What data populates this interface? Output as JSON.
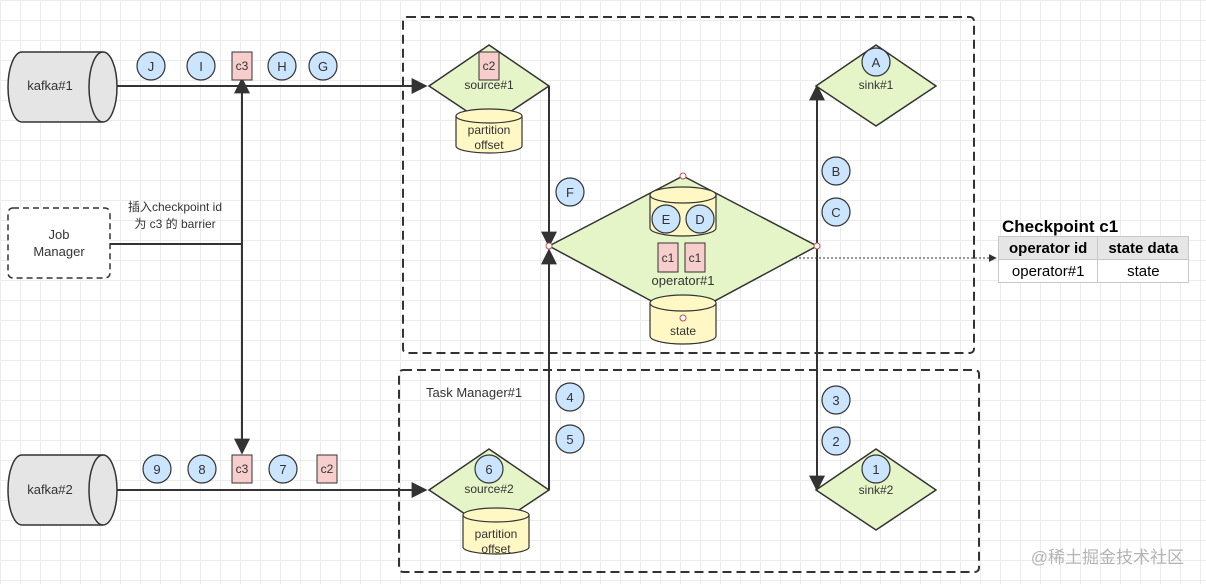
{
  "labels": {
    "kafka1": "kafka#1",
    "kafka2": "kafka#2",
    "job_manager_line1": "Job",
    "job_manager_line2": "Manager",
    "inject_line1": "插入checkpoint id",
    "inject_line2": "为 c3 的 barrier",
    "source1": "source#1",
    "source2": "source#2",
    "partition_offset_line1": "partition",
    "partition_offset_line2": "offset",
    "operator1": "operator#1",
    "state": "state",
    "sink1": "sink#1",
    "sink2": "sink#2",
    "task_manager": "Task Manager#1"
  },
  "records": {
    "top_stream": [
      "J",
      "I",
      "H",
      "G"
    ],
    "bottom_stream": [
      "9",
      "8",
      "7"
    ],
    "source2_inner": "6",
    "up_path": [
      "4",
      "5"
    ],
    "operator_state": [
      "E",
      "D"
    ],
    "f": "F",
    "sink_path_top": [
      "B",
      "C"
    ],
    "sink_path_bottom": [
      "3",
      "2"
    ],
    "sink1_inner": "A",
    "sink2_inner": "1"
  },
  "barriers": {
    "c3_top": "c3",
    "c3_bottom": "c3",
    "c2_source1": "c2",
    "c2_bottom": "c2",
    "c1_left": "c1",
    "c1_right": "c1"
  },
  "checkpoint": {
    "title": "Checkpoint c1",
    "headers": [
      "operator id",
      "state data"
    ],
    "row": [
      "operator#1",
      "state"
    ]
  },
  "watermark": "@稀土掘金技术社区",
  "colors": {
    "record_fill": "#cce5ff",
    "barrier_fill": "#f8cecc",
    "node_fill": "#e6f5c8",
    "db_fill": "#fff8c4",
    "kafka_fill": "#e5e5e5",
    "stroke": "#333333"
  }
}
